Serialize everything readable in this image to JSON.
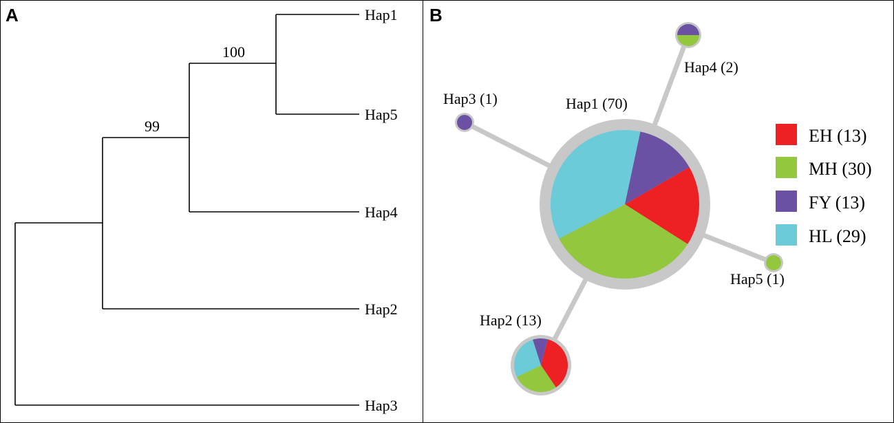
{
  "panels": {
    "a_label": "A",
    "b_label": "B"
  },
  "tree": {
    "tips": [
      "Hap1",
      "Hap5",
      "Hap4",
      "Hap2",
      "Hap3"
    ],
    "support": [
      "100",
      "99"
    ]
  },
  "network": {
    "nodes": [
      {
        "label": "Hap1 (70)",
        "freq": {
          "EH": 13,
          "MH": 25,
          "FY": 10,
          "HL": 27
        }
      },
      {
        "label": "Hap2 (13)",
        "freq": {
          "EH": 4,
          "MH": 3,
          "FY": 1,
          "HL": 3
        }
      },
      {
        "label": "Hap3 (1)",
        "freq": {
          "FY": 1
        }
      },
      {
        "label": "Hap4 (2)",
        "freq": {
          "MH": 1,
          "FY": 1
        }
      },
      {
        "label": "Hap5 (1)",
        "freq": {
          "MH": 1
        }
      }
    ]
  },
  "legend": [
    {
      "key": "EH",
      "label": "EH (13)",
      "color": "#ed2024"
    },
    {
      "key": "MH",
      "label": "MH (30)",
      "color": "#93c83e"
    },
    {
      "key": "FY",
      "label": "FY (13)",
      "color": "#6a51a3"
    },
    {
      "key": "HL",
      "label": "HL (29)",
      "color": "#6bcbd9"
    }
  ]
}
